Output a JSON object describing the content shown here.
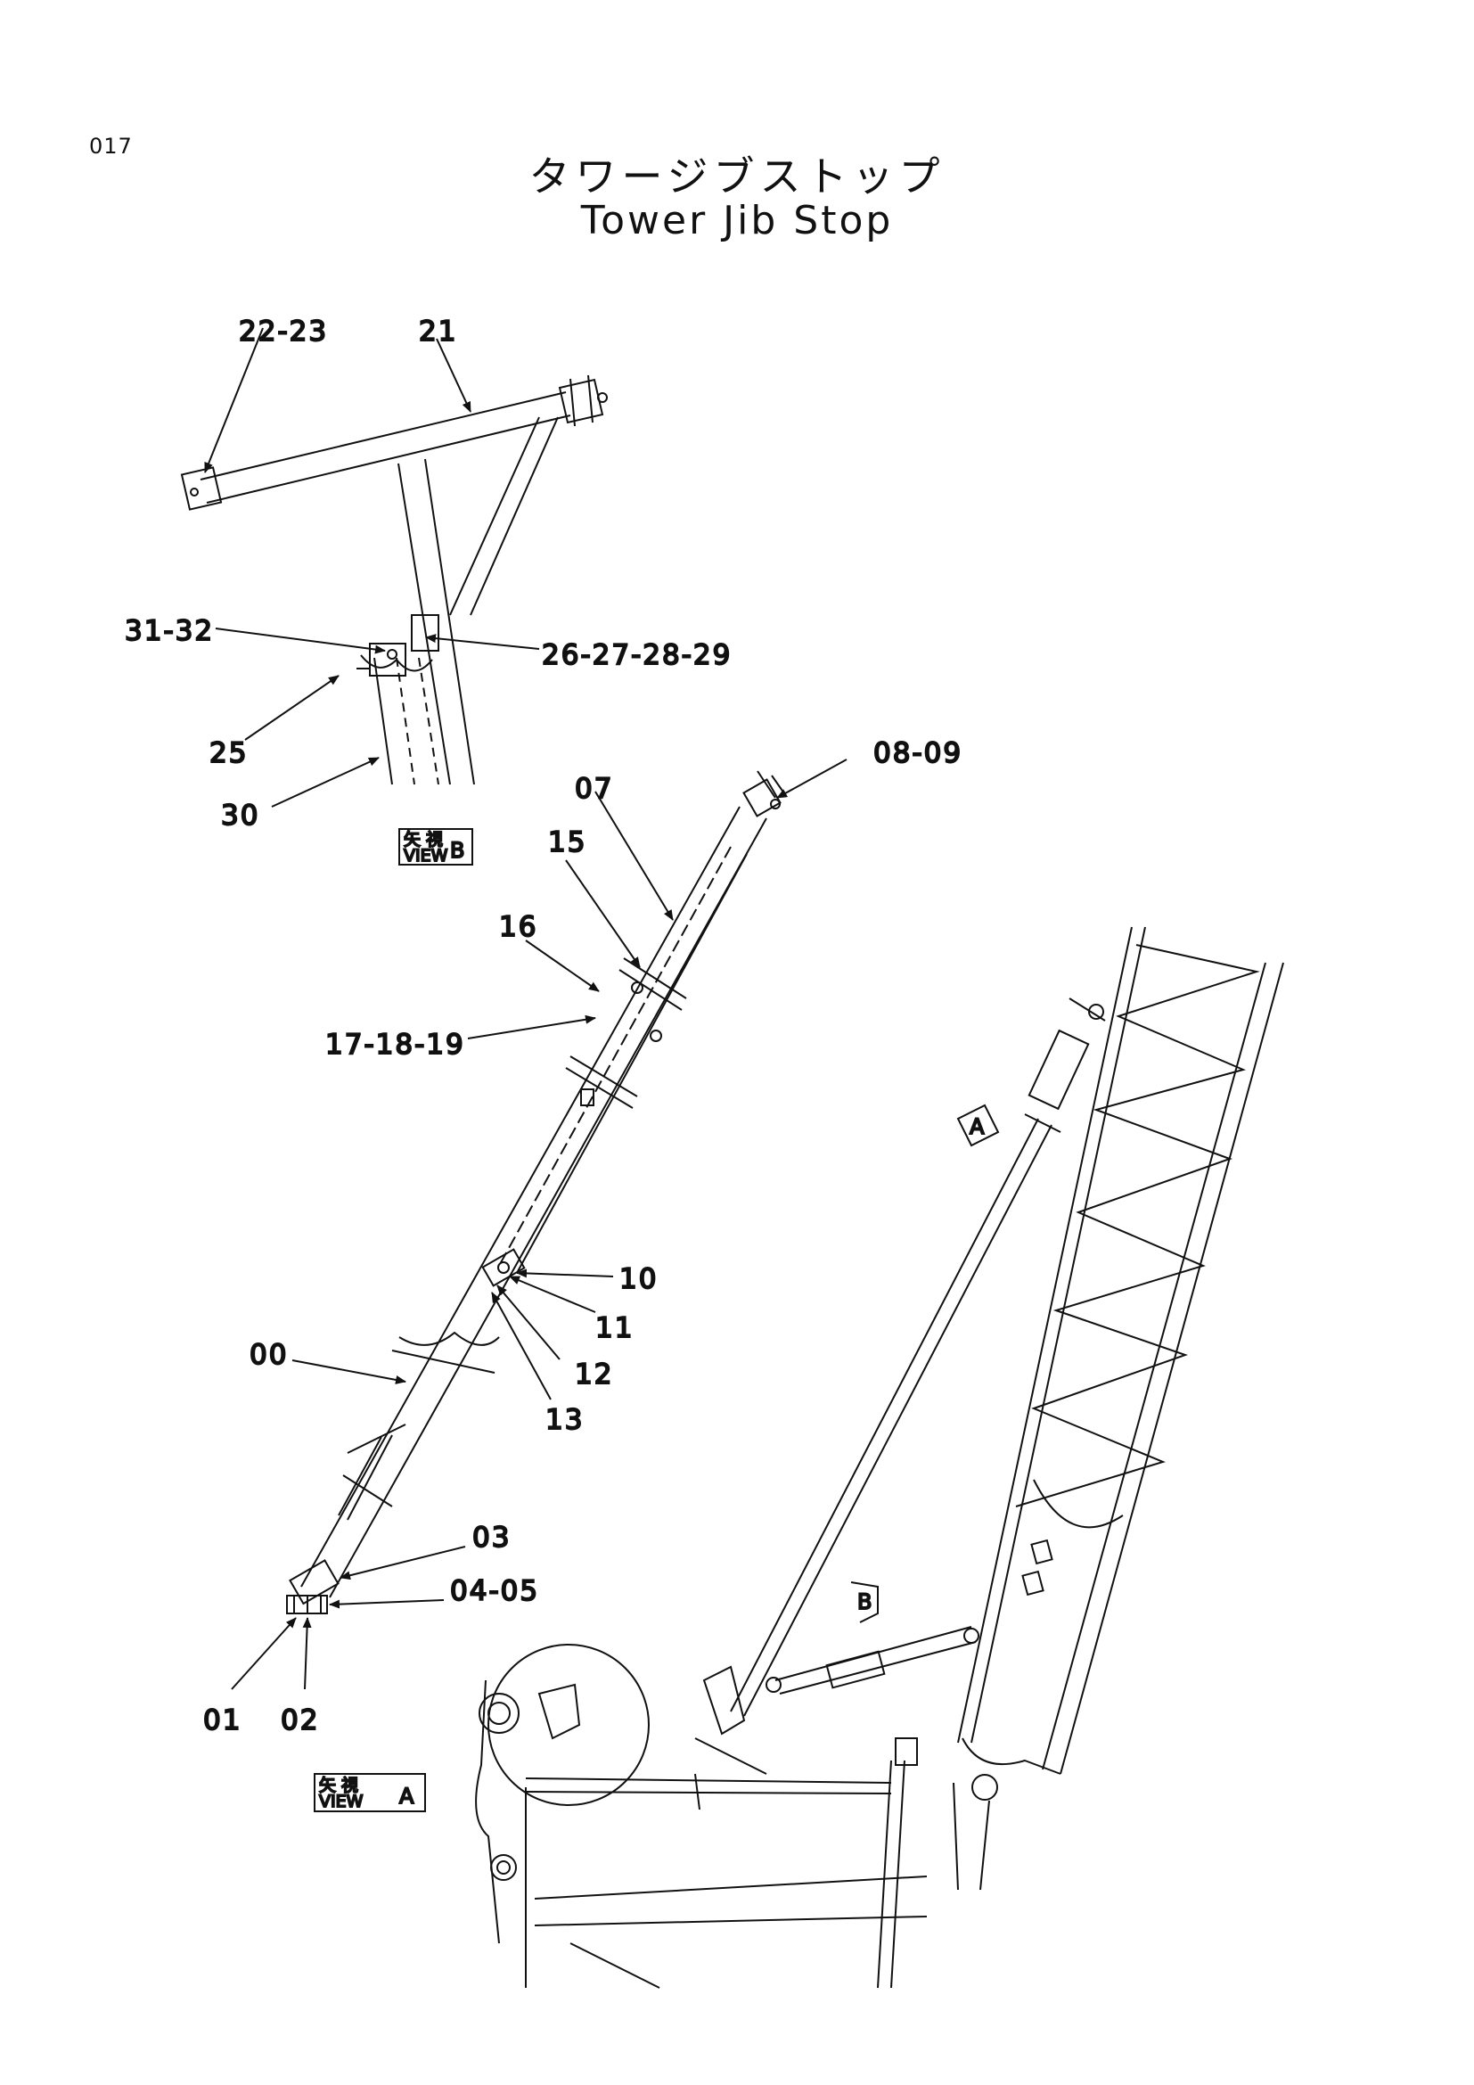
{
  "page_number": "017",
  "title_jp": "タワージブストップ",
  "title_en": "Tower Jib Stop",
  "view_b": {
    "jp": "矢 視",
    "en": "VIEW",
    "key": "B"
  },
  "view_a": {
    "jp": "矢 視",
    "en": "VIEW",
    "key": "A"
  },
  "arrow_a": "A",
  "arrow_b": "B",
  "callouts": {
    "c22_23": "22-23",
    "c21": "21",
    "c31_32": "31-32",
    "c26_29": "26-27-28-29",
    "c25": "25",
    "c30": "30",
    "c08_09": "08-09",
    "c07": "07",
    "c15": "15",
    "c16": "16",
    "c17_19": "17-18-19",
    "c10": "10",
    "c11": "11",
    "c12": "12",
    "c13": "13",
    "c00": "00",
    "c03": "03",
    "c04_05": "04-05",
    "c01": "01",
    "c02": "02"
  }
}
